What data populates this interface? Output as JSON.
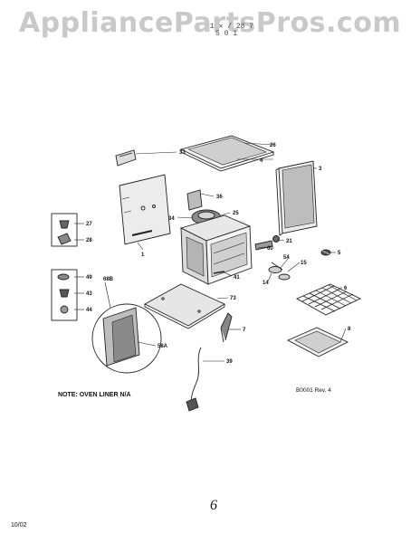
{
  "watermark": "AppliancePartsPros.com",
  "header_line1": "1 ✕ / 28 7",
  "header_line2": "5 0 1",
  "note": "NOTE: OVEN LINER N/A",
  "revision": "B0001 Rev. 4",
  "page_mark": "6",
  "date": "10/02",
  "callouts": [
    "33",
    "26",
    "4",
    "3",
    "36",
    "25",
    "34",
    "1",
    "60",
    "21",
    "5",
    "41",
    "54",
    "15",
    "14",
    "73",
    "6",
    "7",
    "8",
    "39",
    "27",
    "28",
    "49",
    "43",
    "44",
    "68B",
    "58A"
  ]
}
